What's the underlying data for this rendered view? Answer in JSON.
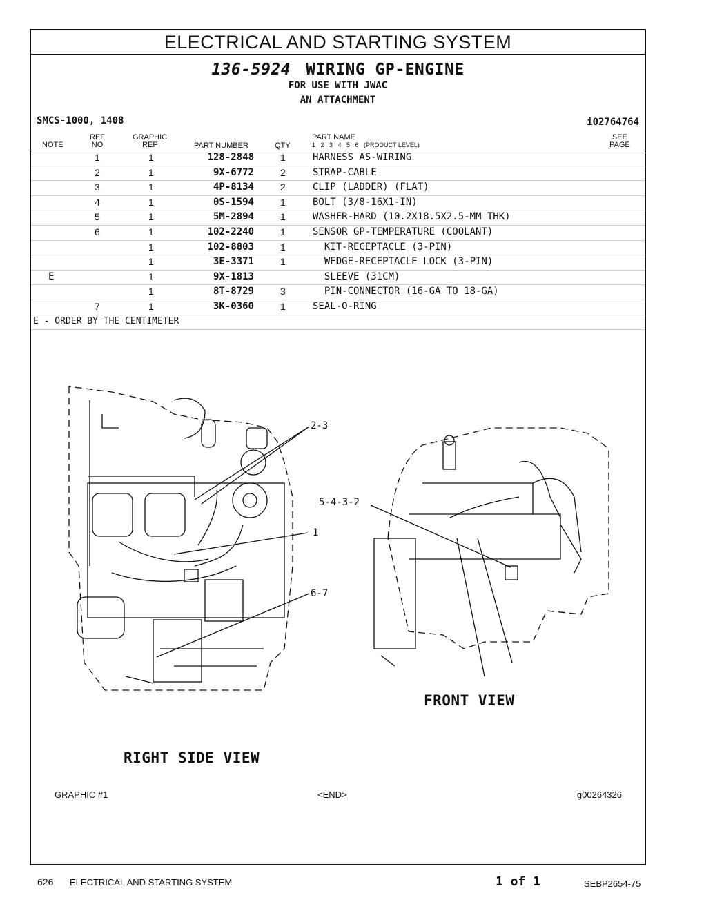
{
  "system_title": "ELECTRICAL AND STARTING SYSTEM",
  "group": {
    "number": "136-5924",
    "name": "WIRING GP-ENGINE",
    "sub1": "FOR USE WITH JWAC",
    "sub2": "AN ATTACHMENT"
  },
  "smcs": "SMCS-1000, 1408",
  "ident": "i02764764",
  "headers": {
    "note": "NOTE",
    "ref_1": "REF",
    "ref_2": "NO",
    "graphic_1": "GRAPHIC",
    "graphic_2": "REF",
    "part_number": "PART NUMBER",
    "qty": "QTY",
    "part_name_1": "PART NAME",
    "part_name_2": "1   2   3   4   5   6   (PRODUCT LEVEL)",
    "see_1": "SEE",
    "see_2": "PAGE"
  },
  "rows": [
    {
      "note": "",
      "ref": "1",
      "gref": "1",
      "pn": "128-2848",
      "qty": "1",
      "name": "HARNESS AS-WIRING"
    },
    {
      "note": "",
      "ref": "2",
      "gref": "1",
      "pn": "9X-6772",
      "qty": "2",
      "name": "STRAP-CABLE"
    },
    {
      "note": "",
      "ref": "3",
      "gref": "1",
      "pn": "4P-8134",
      "qty": "2",
      "name": "CLIP (LADDER) (FLAT)"
    },
    {
      "note": "",
      "ref": "4",
      "gref": "1",
      "pn": "0S-1594",
      "qty": "1",
      "name": "BOLT (3/8-16X1-IN)"
    },
    {
      "note": "",
      "ref": "5",
      "gref": "1",
      "pn": "5M-2894",
      "qty": "1",
      "name": "WASHER-HARD (10.2X18.5X2.5-MM THK)"
    },
    {
      "note": "",
      "ref": "6",
      "gref": "1",
      "pn": "102-2240",
      "qty": "1",
      "name": "SENSOR GP-TEMPERATURE (COOLANT)"
    },
    {
      "note": "",
      "ref": "",
      "gref": "1",
      "pn": "102-8803",
      "qty": "1",
      "name": "  KIT-RECEPTACLE (3-PIN)"
    },
    {
      "note": "",
      "ref": "",
      "gref": "1",
      "pn": "3E-3371",
      "qty": "1",
      "name": "  WEDGE-RECEPTACLE LOCK (3-PIN)"
    },
    {
      "note": "E",
      "ref": "",
      "gref": "1",
      "pn": "9X-1813",
      "qty": "",
      "name": "  SLEEVE (31CM)"
    },
    {
      "note": "",
      "ref": "",
      "gref": "1",
      "pn": "8T-8729",
      "qty": "3",
      "name": "  PIN-CONNECTOR (16-GA TO 18-GA)"
    },
    {
      "note": "",
      "ref": "7",
      "gref": "1",
      "pn": "3K-0360",
      "qty": "1",
      "name": "SEAL-O-RING"
    }
  ],
  "footnote": "E - ORDER BY THE CENTIMETER",
  "graphic": {
    "callouts": [
      "2-3",
      "5-4-3-2",
      "1",
      "6-7"
    ],
    "right_label": "RIGHT SIDE VIEW",
    "front_label": "FRONT VIEW",
    "graphic_no": "GRAPHIC #1",
    "end": "<END>",
    "graphic_id": "g00264326"
  },
  "footer": {
    "page": "626",
    "section": "ELECTRICAL AND STARTING SYSTEM",
    "of": "1 of 1",
    "doc": "SEBP2654-75"
  }
}
